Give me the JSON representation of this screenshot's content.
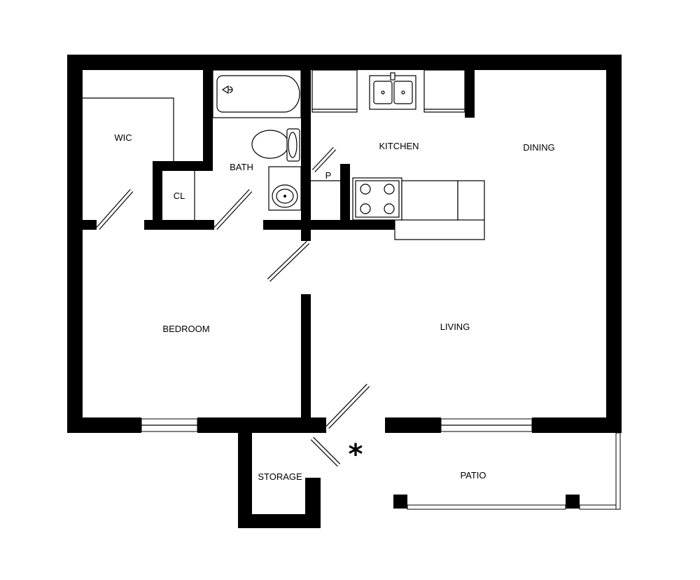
{
  "floor_plan": {
    "rooms": {
      "wic": "WIC",
      "cl": "CL",
      "bath": "BATH",
      "kitchen": "KITCHEN",
      "pantry": "P",
      "dining": "DINING",
      "bedroom": "BEDROOM",
      "living": "LIVING",
      "storage": "STORAGE",
      "patio": "PATIO"
    },
    "entry_marker": "*",
    "colors": {
      "wall": "#000000",
      "background": "#ffffff"
    }
  }
}
